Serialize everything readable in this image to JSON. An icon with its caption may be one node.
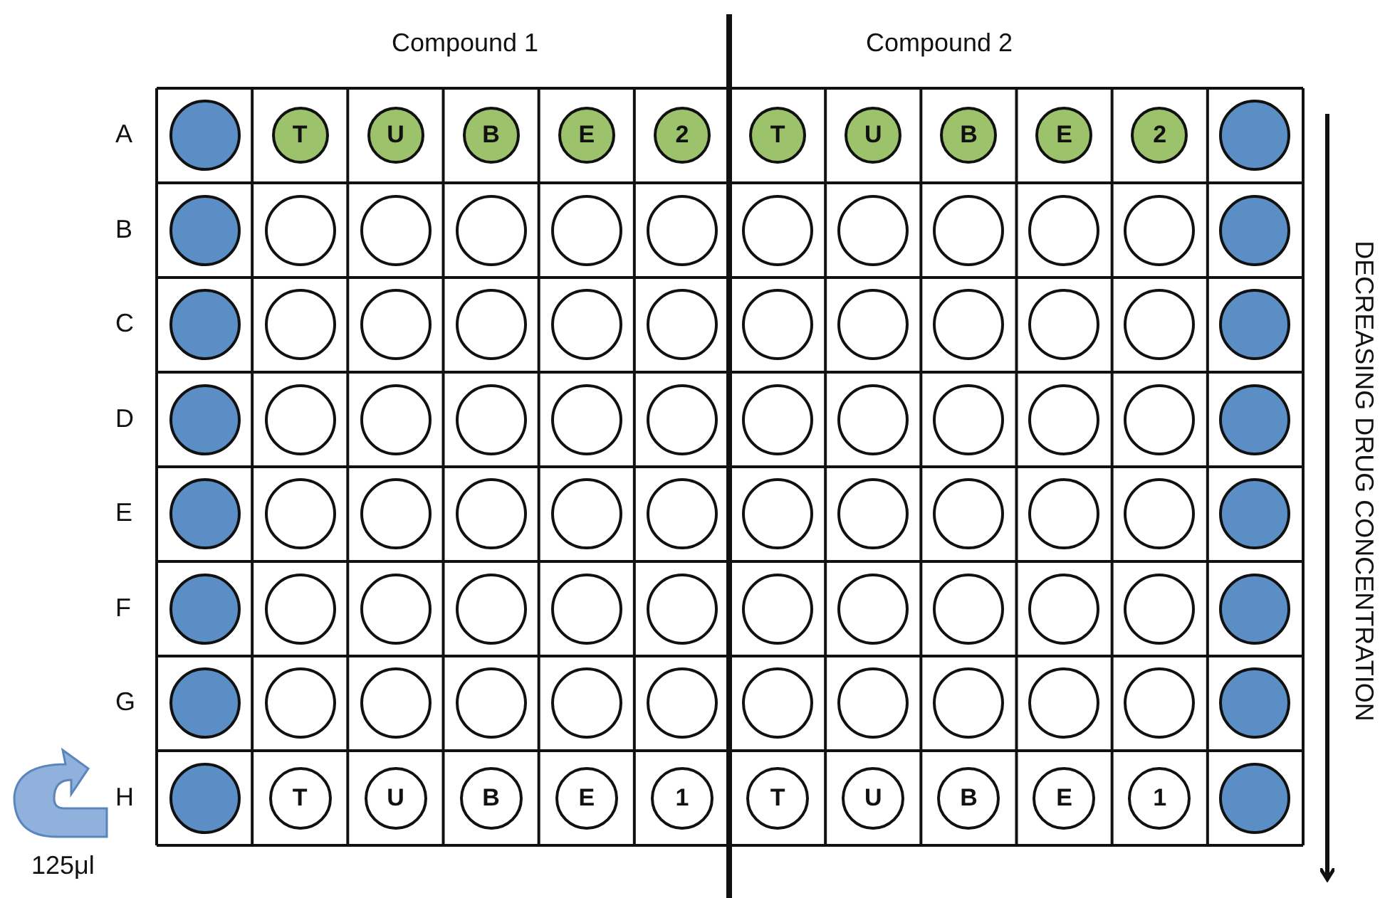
{
  "diagram": {
    "nodes": [
      {
        "text": [],
        "shape": "circle"
      },
      {
        "text": [
          "T"
        ]
      },
      {
        "text": [
          "U"
        ]
      },
      {
        "text": [
          "B"
        ]
      },
      {
        "text": [
          "E"
        ]
      },
      {
        "text": [
          "2"
        ]
      },
      {
        "text": [
          "T"
        ]
      },
      {
        "text": [
          "U"
        ]
      },
      {
        "text": [
          "B"
        ]
      },
      {
        "text": [
          "E"
        ]
      },
      {
        "text": [
          "2"
        ]
      },
      {
        "text": [],
        "shape": "circle"
      },
      {
        "text": [],
        "shape": "circle"
      },
      {
        "text": [],
        "shape": "circle"
      },
      {
        "text": [],
        "shape": "circle"
      },
      {
        "text": [],
        "shape": "circle"
      },
      {
        "text": [],
        "shape": "circle"
      },
      {
        "text": [],
        "shape": "circle"
      },
      {
        "text": [],
        "shape": "circle"
      },
      {
        "text": [],
        "shape": "circle"
      },
      {
        "text": [],
        "shape": "circle"
      },
      {
        "text": [],
        "shape": "circle"
      },
      {
        "text": [],
        "shape": "circle"
      },
      {
        "text": [],
        "shape": "circle"
      },
      {
        "text": [],
        "shape": "circle"
      },
      {
        "text": [],
        "shape": "circle"
      },
      {
        "text": [],
        "shape": "circle"
      },
      {
        "text": [],
        "shape": "circle"
      },
      {
        "text": [],
        "shape": "circle"
      },
      {
        "text": [],
        "shape": "circle"
      },
      {
        "text": [],
        "shape": "circle"
      },
      {
        "text": [],
        "shape": "circle"
      },
      {
        "text": [],
        "shape": "circle"
      },
      {
        "text": [],
        "shape": "circle"
      },
      {
        "text": [],
        "shape": "circle"
      },
      {
        "text": [],
        "shape": "circle"
      },
      {
        "text": [],
        "shape": "circle"
      },
      {
        "text": [],
        "shape": "circle"
      },
      {
        "text": [],
        "shape": "circle"
      },
      {
        "text": [],
        "shape": "circle"
      },
      {
        "text": [],
        "shape": "circle"
      },
      {
        "text": [],
        "shape": "circle"
      },
      {
        "text": [],
        "shape": "circle"
      },
      {
        "text": [],
        "shape": "circle"
      },
      {
        "text": [],
        "shape": "circle"
      },
      {
        "text": [],
        "shape": "circle"
      },
      {
        "text": [],
        "shape": "circle"
      },
      {
        "text": [],
        "shape": "circle"
      },
      {
        "text": [],
        "shape": "circle"
      },
      {
        "text": [],
        "shape": "circle"
      },
      {
        "text": [],
        "shape": "circle"
      },
      {
        "text": [],
        "shape": "circle"
      },
      {
        "text": [],
        "shape": "circle"
      },
      {
        "text": [],
        "shape": "circle"
      },
      {
        "text": [],
        "shape": "circle"
      },
      {
        "text": [],
        "shape": "circle"
      },
      {
        "text": [],
        "shape": "circle"
      },
      {
        "text": [],
        "shape": "circle"
      },
      {
        "text": [],
        "shape": "circle"
      },
      {
        "text": [],
        "shape": "circle"
      },
      {
        "text": [],
        "shape": "circle"
      },
      {
        "text": [],
        "shape": "circle"
      },
      {
        "text": [],
        "shape": "circle"
      },
      {
        "text": [],
        "shape": "circle"
      },
      {
        "text": [],
        "shape": "circle"
      },
      {
        "text": [],
        "shape": "circle"
      },
      {
        "text": [],
        "shape": "circle"
      },
      {
        "text": [],
        "shape": "circle"
      },
      {
        "text": [],
        "shape": "circle"
      },
      {
        "text": [],
        "shape": "circle"
      },
      {
        "text": [],
        "shape": "circle"
      },
      {
        "text": [],
        "shape": "circle"
      },
      {
        "text": [],
        "shape": "circle"
      },
      {
        "text": [],
        "shape": "circle"
      },
      {
        "text": [],
        "shape": "circle"
      },
      {
        "text": [],
        "shape": "circle"
      },
      {
        "text": [],
        "shape": "circle"
      },
      {
        "text": [],
        "shape": "circle"
      },
      {
        "text": [],
        "shape": "circle"
      },
      {
        "text": [],
        "shape": "circle"
      },
      {
        "text": [],
        "shape": "circle"
      },
      {
        "text": [],
        "shape": "circle"
      },
      {
        "text": [],
        "shape": "circle"
      },
      {
        "text": [],
        "shape": "circle"
      },
      {
        "text": [],
        "shape": "circle"
      },
      {
        "text": [
          "T"
        ]
      },
      {
        "text": [
          "U"
        ]
      },
      {
        "text": [
          "B"
        ]
      },
      {
        "text": [
          "E"
        ]
      },
      {
        "text": [
          "1"
        ]
      },
      {
        "text": [
          "T"
        ]
      },
      {
        "text": [
          "U"
        ]
      },
      {
        "text": [
          "B"
        ]
      },
      {
        "text": [
          "E"
        ]
      },
      {
        "text": [
          "1"
        ]
      },
      {
        "text": [],
        "shape": "circle"
      }
    ],
    "labels": [
      "Compound 1",
      "Compound 2",
      "A",
      "B",
      "C",
      "D",
      "E",
      "F",
      "G",
      "H",
      "DECREASING DRUG CONCENTRATION",
      "125μl"
    ]
  }
}
